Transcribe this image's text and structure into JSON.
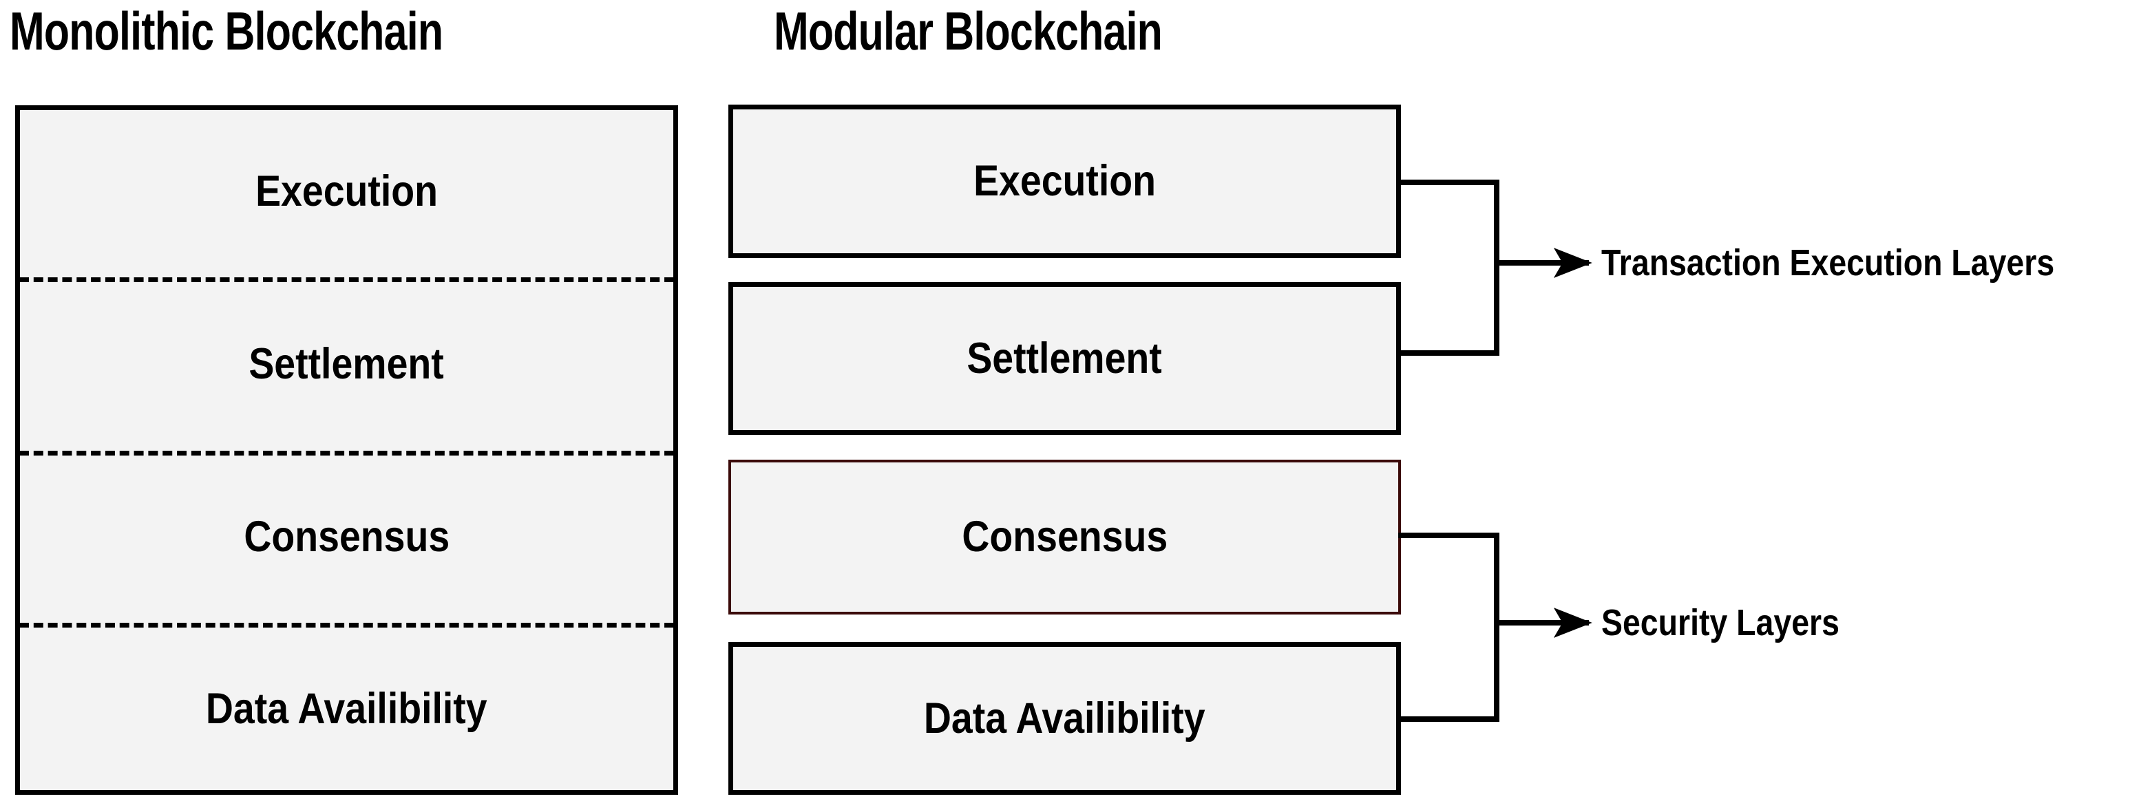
{
  "diagram": {
    "title_left": "Monolithic Blockchain",
    "title_right": "Modular Blockchain",
    "background_color": "#ffffff",
    "box_fill_color": "#f3f3f3",
    "box_border_color": "#000000",
    "accent_border_color": "#3b0a09",
    "text_color": "#000000"
  },
  "monolithic": {
    "title": "Monolithic Blockchain",
    "layers": [
      {
        "label": "Execution"
      },
      {
        "label": "Settlement"
      },
      {
        "label": "Consensus"
      },
      {
        "label": "Data Availibility"
      }
    ]
  },
  "modular": {
    "title": "Modular Blockchain",
    "layers": [
      {
        "label": "Execution",
        "highlighted": "false"
      },
      {
        "label": "Settlement",
        "highlighted": "false"
      },
      {
        "label": "Consensus",
        "highlighted": "true"
      },
      {
        "label": "Data Availibility",
        "highlighted": "false"
      }
    ],
    "groups": [
      {
        "label": "Transaction Execution Layers",
        "members": "Execution, Settlement"
      },
      {
        "label": "Security Layers",
        "members": "Consensus, Data Availibility"
      }
    ]
  }
}
